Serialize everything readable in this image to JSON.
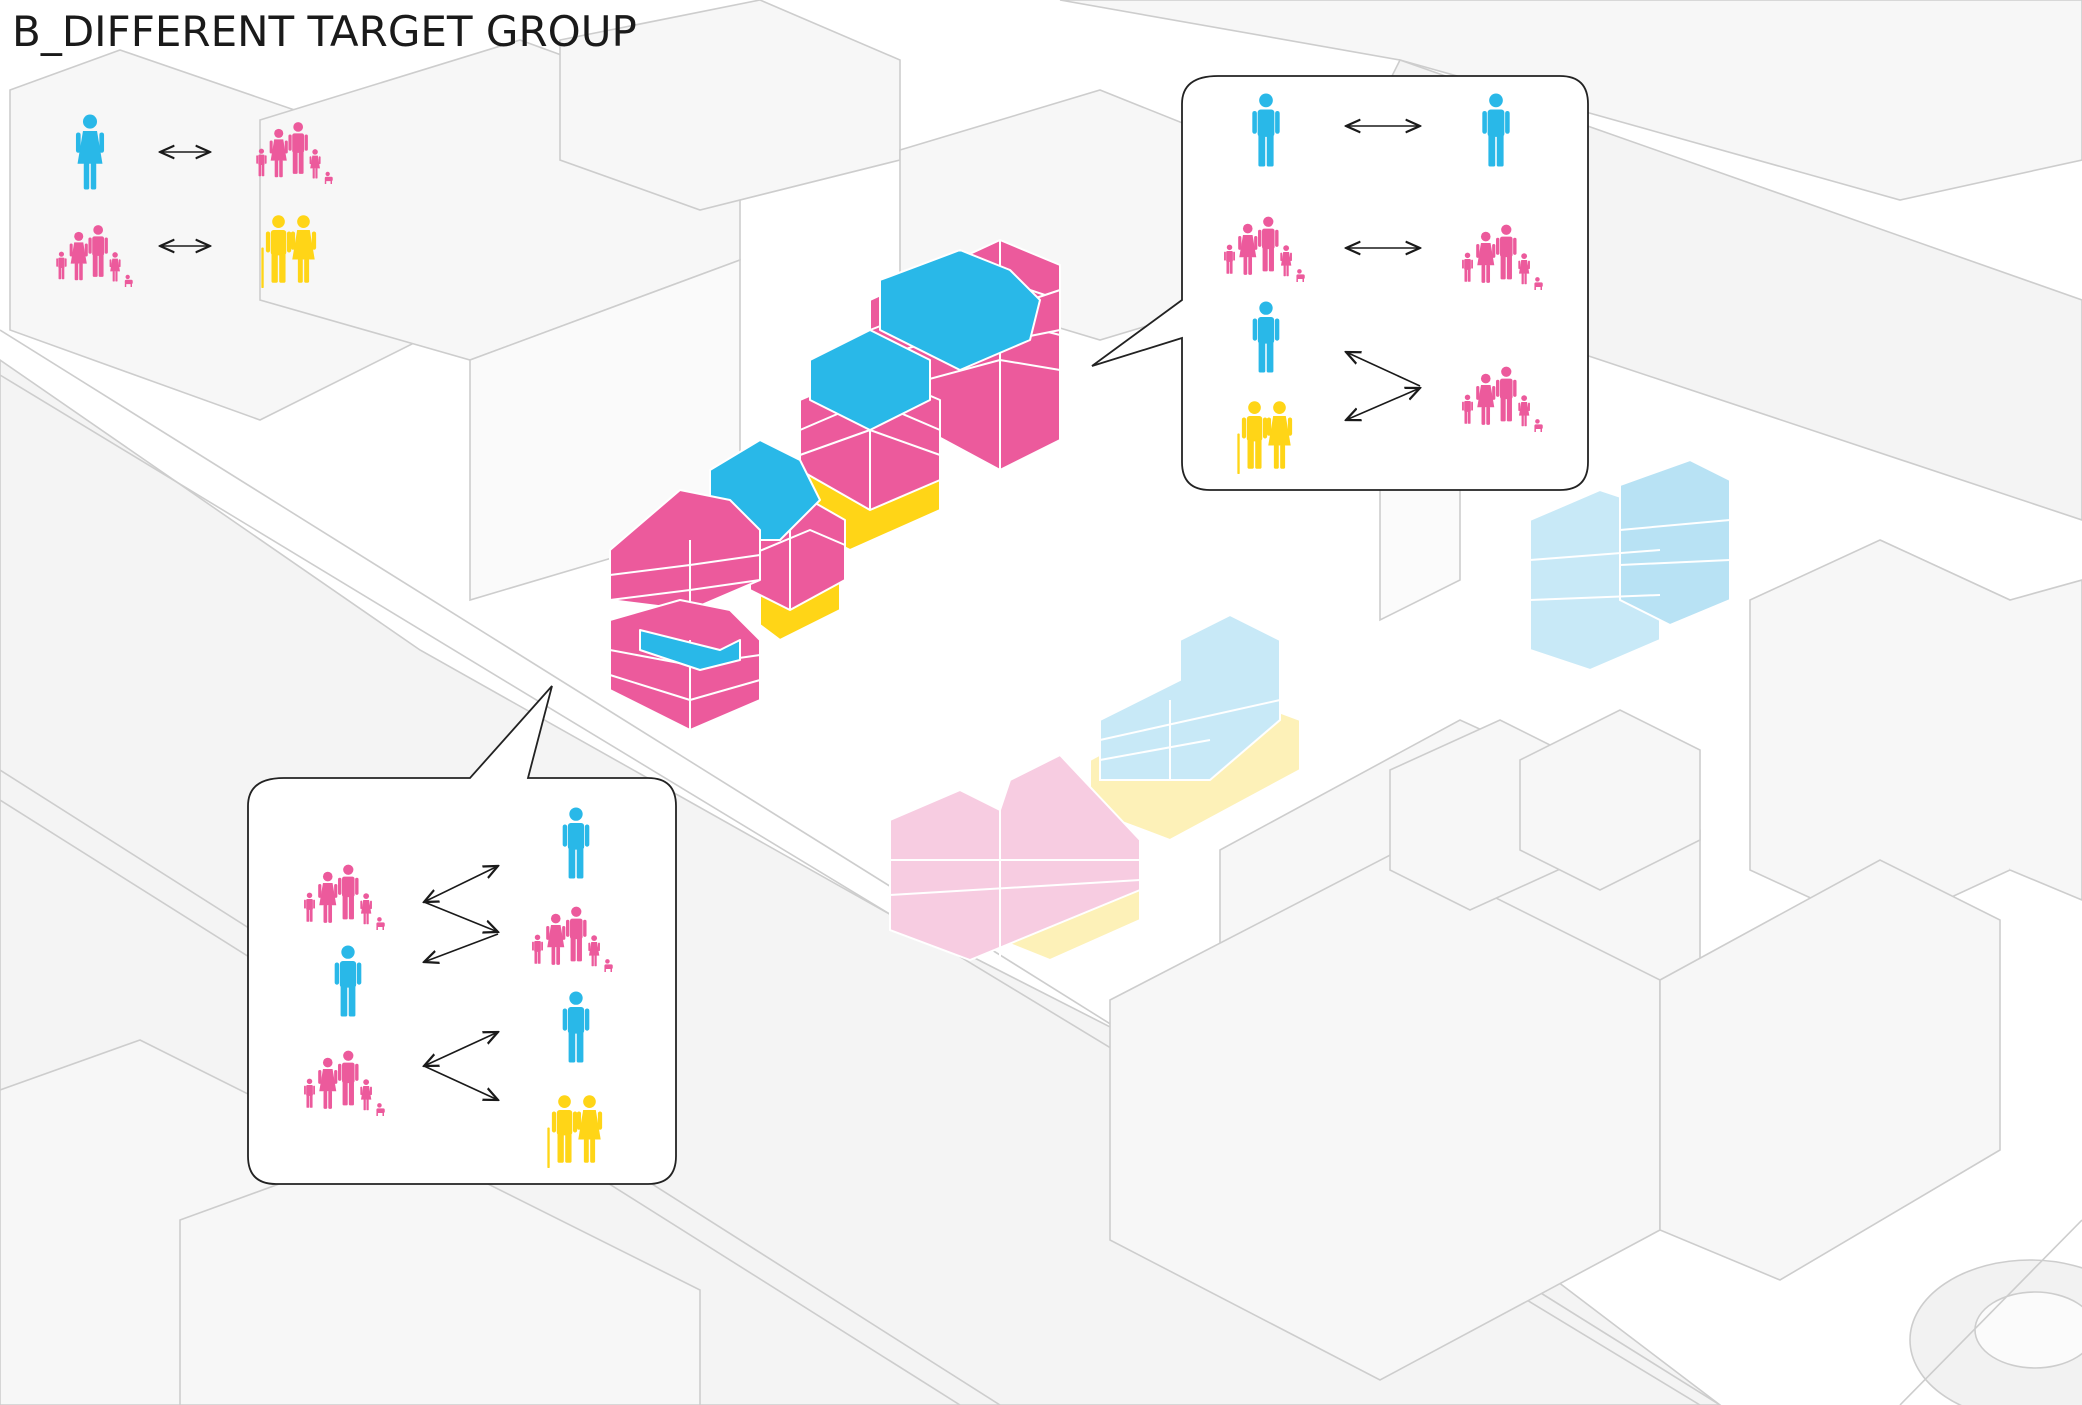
{
  "title": "B_DIFFERENT TARGET GROUP",
  "colors": {
    "single": "#29b8e8",
    "family": "#ec5a9c",
    "elderly": "#ffd517",
    "single_light": "#c8e9f7",
    "family_light": "#f7cce1",
    "elderly_light": "#fdf1b8",
    "context_line": "#c9c9c9",
    "frame": "#222222"
  },
  "legend": {
    "rows": [
      {
        "left": "single-person",
        "relation": "two-way-arrow",
        "right": "family"
      },
      {
        "left": "family",
        "relation": "two-way-arrow",
        "right": "elderly-couple"
      }
    ]
  },
  "callout_upper": {
    "pairs": [
      {
        "left": "single-person",
        "relation": "two-way-arrow",
        "right": "single-person"
      },
      {
        "left": "family",
        "relation": "two-way-arrow",
        "right": "family"
      },
      {
        "left": [
          "single-person",
          "elderly-couple"
        ],
        "relation": "converging-arrows",
        "right": "family"
      }
    ]
  },
  "callout_lower": {
    "pairs": [
      {
        "left": [
          "family",
          "single-person"
        ],
        "relation": "diverging-arrows",
        "right": [
          "single-person",
          "family"
        ]
      },
      {
        "left": "family",
        "relation": "diverging-arrows",
        "right": [
          "single-person",
          "elderly-couple"
        ]
      }
    ]
  },
  "icons": [
    "person-icon",
    "family-icon",
    "elderly-couple-icon",
    "double-arrow-icon"
  ]
}
